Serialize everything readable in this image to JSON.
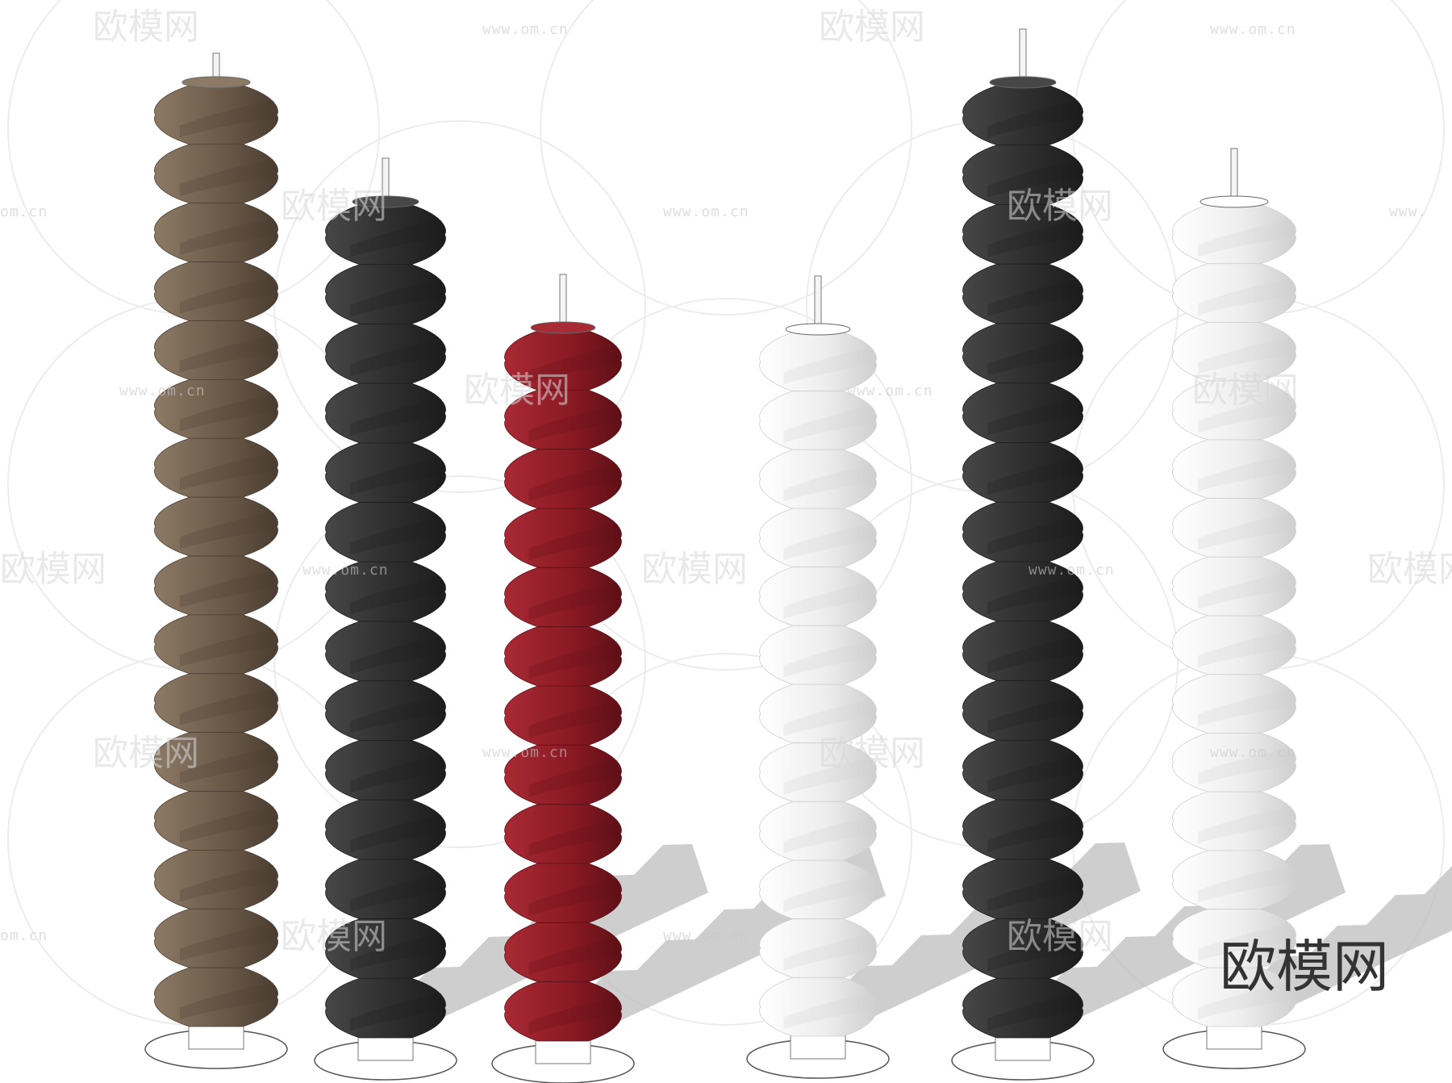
{
  "watermark": {
    "logo_text": "欧模网",
    "url_text": "www.om.cn",
    "url_partial_left": "om.cn",
    "url_partial_right": "www."
  },
  "corner_watermark": "欧模网",
  "lamps": [
    {
      "color": "#6b5a48",
      "color_dark": "#4a3d31",
      "color_light": "#8c7a66"
    },
    {
      "color": "#2e2e2e",
      "color_dark": "#1c1c1c",
      "color_light": "#474747"
    },
    {
      "color": "#8b1a24",
      "color_dark": "#5e1017",
      "color_light": "#a82a35"
    },
    {
      "color": "#eeeeee",
      "color_dark": "#cfcfcf",
      "color_light": "#ffffff"
    },
    {
      "color": "#2e2e2e",
      "color_dark": "#1c1c1c",
      "color_light": "#474747"
    },
    {
      "color": "#eeeeee",
      "color_dark": "#cfcfcf",
      "color_light": "#ffffff"
    }
  ]
}
